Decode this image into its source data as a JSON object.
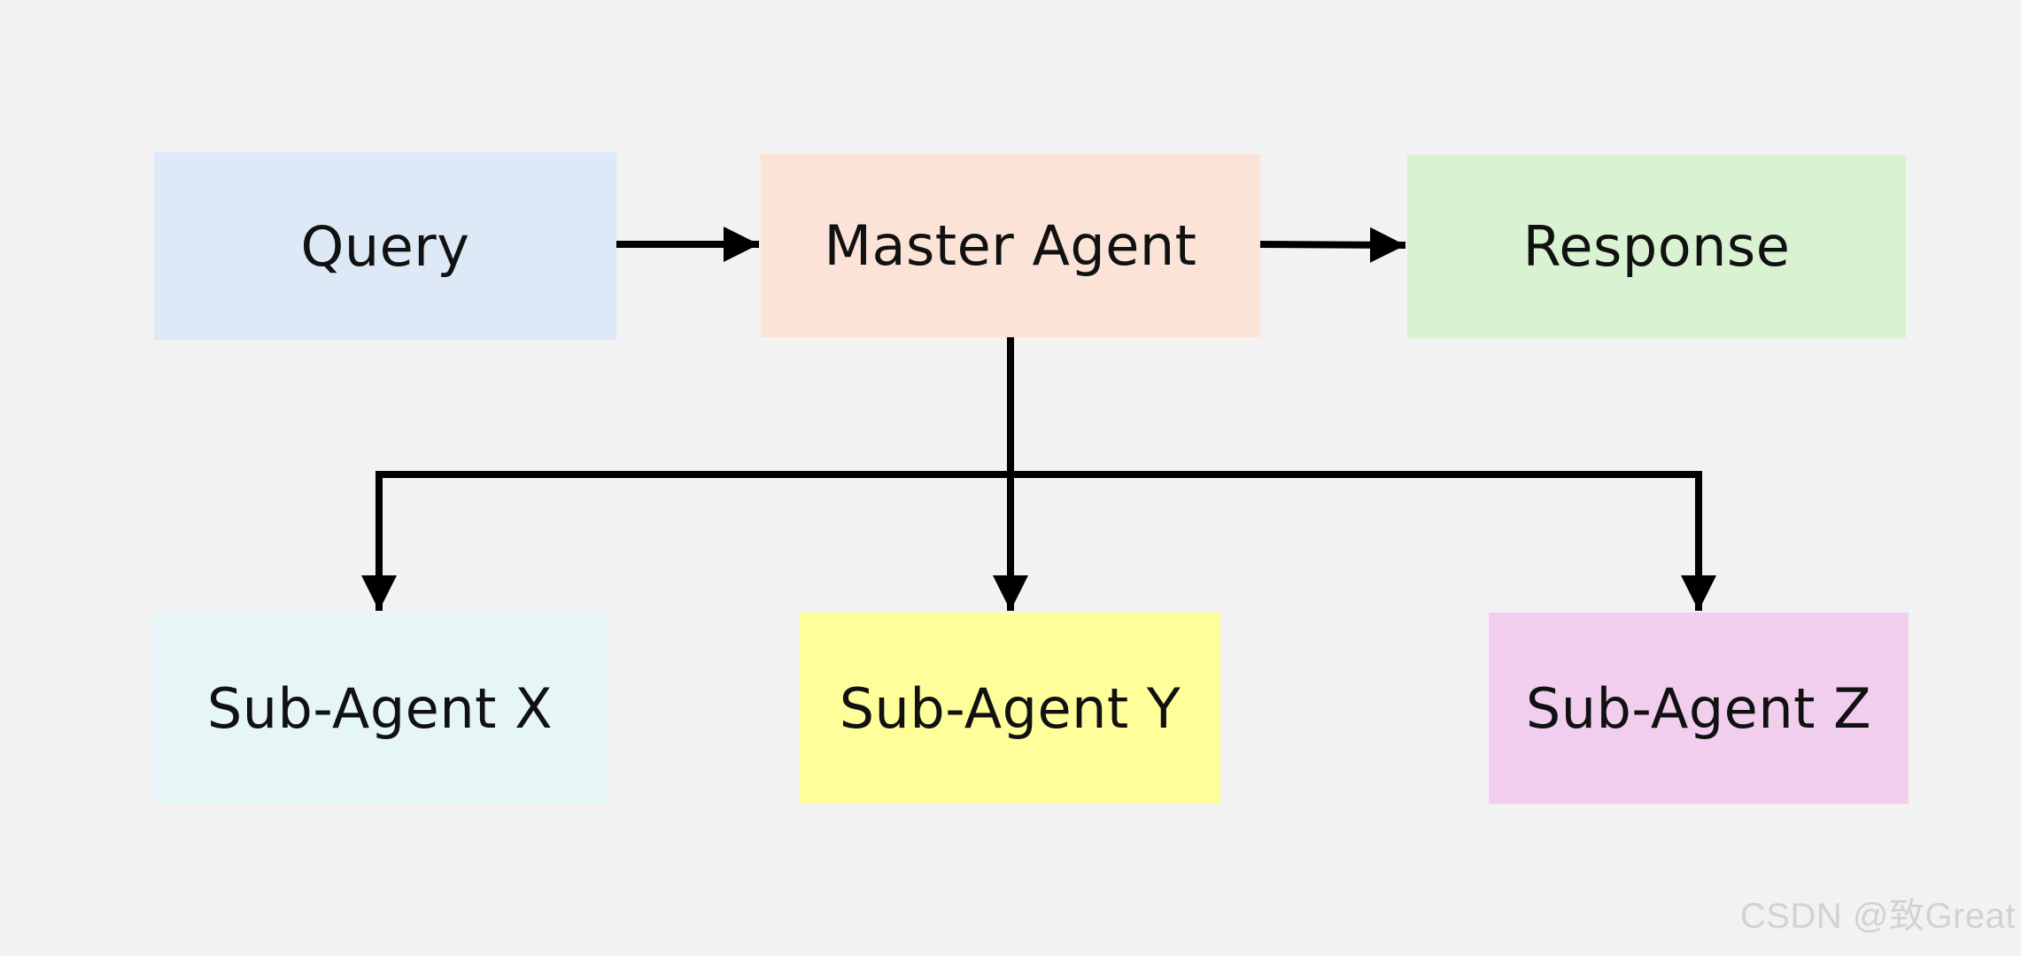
{
  "diagram": {
    "nodes": {
      "query": {
        "label": "Query",
        "color": "#dde9f6"
      },
      "master": {
        "label": "Master Agent",
        "color": "#fbe3d8"
      },
      "response": {
        "label": "Response",
        "color": "#d9f2d1"
      },
      "sub_x": {
        "label": "Sub-Agent X",
        "color": "#e6f5f5"
      },
      "sub_y": {
        "label": "Sub-Agent Y",
        "color": "#fefe9a"
      },
      "sub_z": {
        "label": "Sub-Agent Z",
        "color": "#f1cdee"
      }
    },
    "edges": [
      {
        "from": "query",
        "to": "master"
      },
      {
        "from": "master",
        "to": "response"
      },
      {
        "from": "master",
        "to": "sub_x"
      },
      {
        "from": "master",
        "to": "sub_y"
      },
      {
        "from": "master",
        "to": "sub_z"
      }
    ],
    "connector_color": "#000000"
  },
  "watermark": {
    "text": "CSDN @致Great"
  }
}
